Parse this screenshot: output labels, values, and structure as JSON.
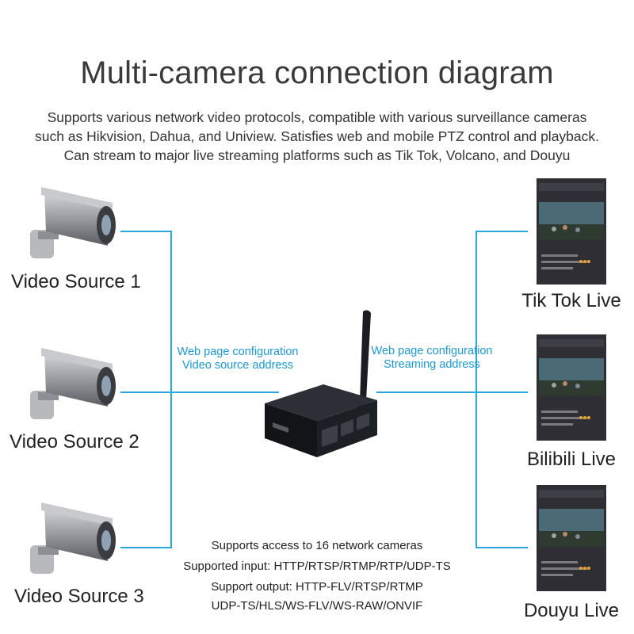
{
  "title": "Multi-camera connection diagram",
  "subtitle": [
    "Supports various network video protocols, compatible with various surveillance cameras",
    "such as  Hikvision, Dahua, and Uniview. Satisfies web and mobile PTZ control and playback.",
    "Can stream to major live streaming platforms such as Tik Tok, Volcano, and Douyu"
  ],
  "sources": [
    "Video Source 1",
    "Video Source 2",
    "Video Source 3"
  ],
  "outputs": [
    "Tik Tok Live",
    "Bilibili Live",
    "Douyu Live"
  ],
  "left_annotation": [
    "Web page configuration",
    "Video source address"
  ],
  "right_annotation": [
    "Web page configuration",
    "Streaming address"
  ],
  "specs": [
    "Supports access to 16 network cameras",
    "Supported input: HTTP/RTSP/RTMP/RTP/UDP-TS",
    "Support output: HTTP-FLV/RTSP/RTMP",
    "UDP-TS/HLS/WS-FLV/WS-RAW/ONVIF"
  ],
  "colors": {
    "connector": "#29a8df",
    "annotation": "#1a9ad6",
    "device": "#1c1f24"
  }
}
